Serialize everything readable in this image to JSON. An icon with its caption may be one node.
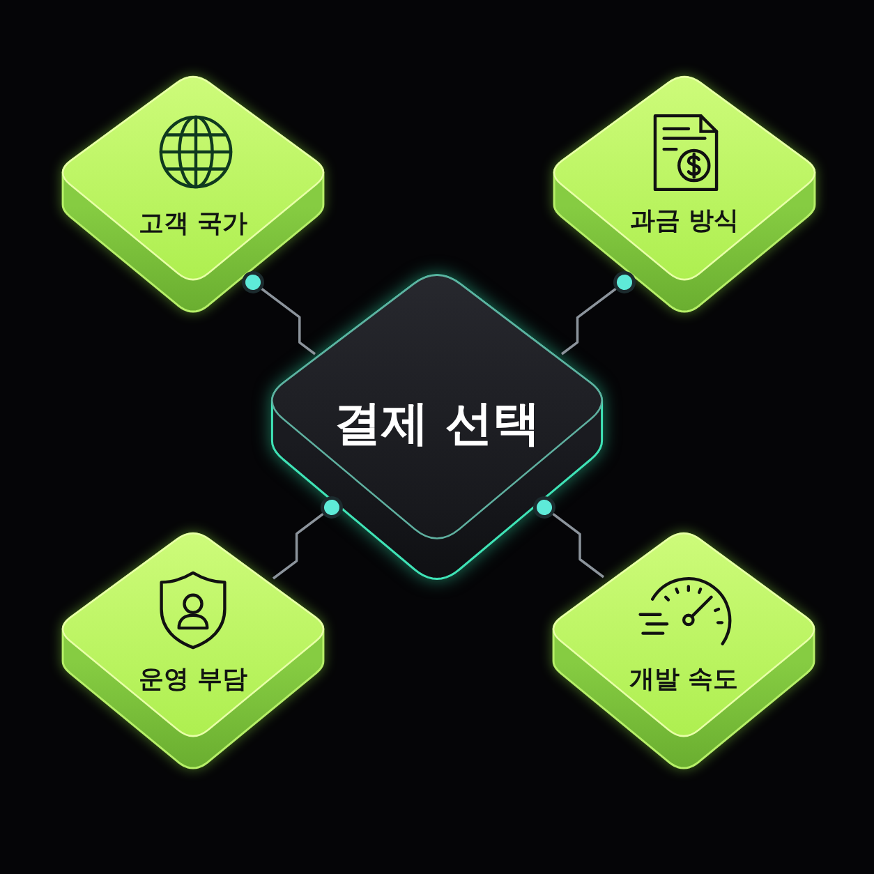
{
  "diagram": {
    "nodes": [
      {
        "text": [
          "고객 국가"
        ]
      },
      {
        "text": [
          "과금 방식"
        ]
      },
      {
        "text": [
          "결제 선택"
        ]
      },
      {
        "text": [
          "운영 부담"
        ]
      },
      {
        "text": [
          "개발 속도"
        ]
      }
    ],
    "edges": [
      {
        "from": 0,
        "to": 2,
        "arrow": "other"
      },
      {
        "from": 1,
        "to": 2,
        "arrow": "other"
      },
      {
        "from": 2,
        "to": 3,
        "arrow": "other"
      },
      {
        "from": 2,
        "to": 4,
        "arrow": "other"
      }
    ]
  }
}
